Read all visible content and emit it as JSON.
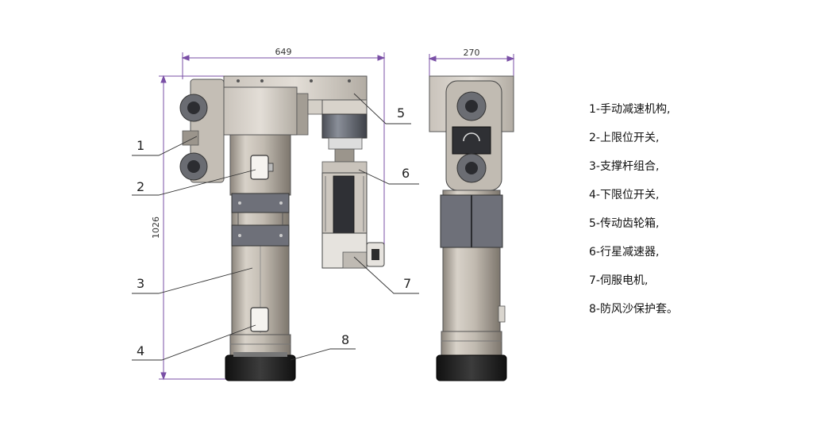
{
  "dimensions": {
    "width_front": "649",
    "height": "1026",
    "width_side": "270"
  },
  "callouts": [
    "1",
    "2",
    "3",
    "4",
    "5",
    "6",
    "7",
    "8"
  ],
  "legend": [
    "1-手动减速机构,",
    "2-上限位开关,",
    "3-支撑杆组合,",
    "4-下限位开关,",
    "5-传动齿轮箱,",
    "6-行星减速器,",
    "7-伺服电机,",
    "8-防风沙保护套。"
  ],
  "colors": {
    "dimension": "#7a4fa6",
    "body": "#b7b0a6",
    "dark": "#3a3a3a"
  }
}
